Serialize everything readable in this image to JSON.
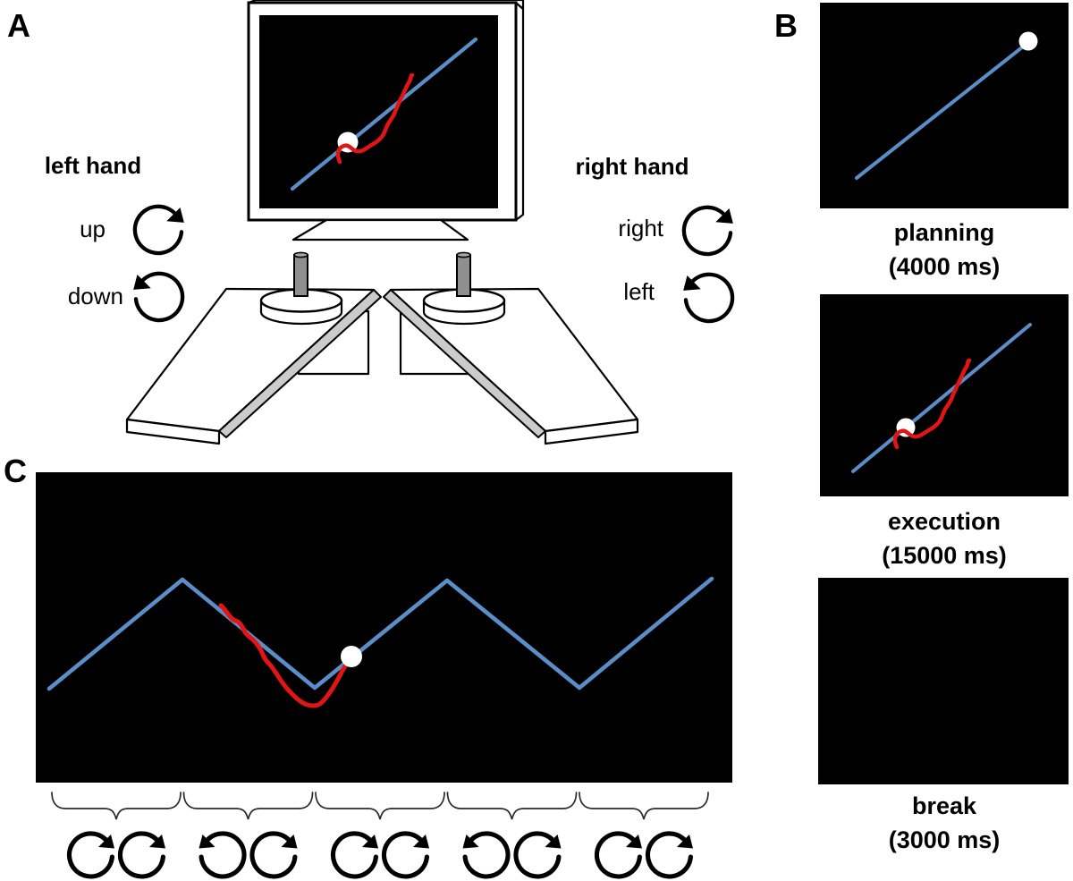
{
  "figure": {
    "colors": {
      "target_blue": "#5b8ec9",
      "trace_red": "#e31414",
      "cursor_white": "#ffffff",
      "screen_black": "#000000",
      "device_gray": "#8f8f8f",
      "ramp_edge_gray": "#cbcbcb"
    },
    "panel_a": {
      "label": "A",
      "left_hand_title": "left hand",
      "left_hand_up": "up",
      "left_hand_down": "down",
      "right_hand_title": "right hand",
      "right_hand_right": "right",
      "right_hand_left": "left"
    },
    "panel_b": {
      "label": "B",
      "stages": [
        {
          "name": "planning",
          "duration": "(4000 ms)"
        },
        {
          "name": "execution",
          "duration": "(15000 ms)"
        },
        {
          "name": "break",
          "duration": "(3000 ms)"
        }
      ]
    },
    "panel_c": {
      "label": "C",
      "rotation_pairs": [
        [
          "cw",
          "cw"
        ],
        [
          "ccw",
          "cw"
        ],
        [
          "cw",
          "cw"
        ],
        [
          "ccw",
          "cw"
        ],
        [
          "cw",
          "cw"
        ]
      ]
    }
  }
}
